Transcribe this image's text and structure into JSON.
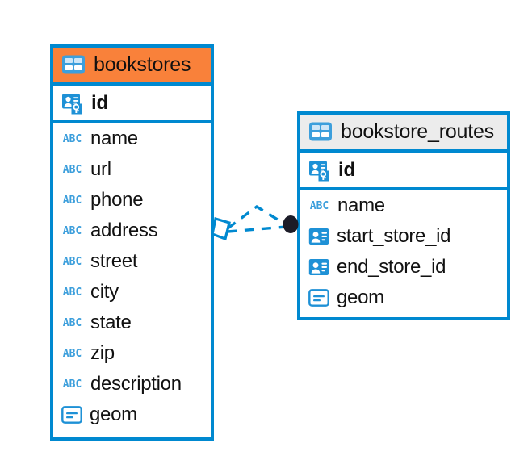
{
  "diagram": {
    "type": "entity-relationship-diagram",
    "background": "#ffffff",
    "accent_color": "#0089d0",
    "highlight_color": "#f9813a",
    "neutral_header_color": "#ececec",
    "text_color": "#111111",
    "icon_color": "#3d9fdc"
  },
  "entities": [
    {
      "name": "bookstores",
      "header_style": "orange",
      "title_icon": "table-icon",
      "fields": [
        {
          "name": "id",
          "icon": "primary-key-icon",
          "type": "pk"
        },
        {
          "name": "name",
          "icon": "abc-text-icon",
          "type": "text"
        },
        {
          "name": "url",
          "icon": "abc-text-icon",
          "type": "text"
        },
        {
          "name": "phone",
          "icon": "abc-text-icon",
          "type": "text"
        },
        {
          "name": "address",
          "icon": "abc-text-icon",
          "type": "text"
        },
        {
          "name": "street",
          "icon": "abc-text-icon",
          "type": "text"
        },
        {
          "name": "city",
          "icon": "abc-text-icon",
          "type": "text"
        },
        {
          "name": "state",
          "icon": "abc-text-icon",
          "type": "text"
        },
        {
          "name": "zip",
          "icon": "abc-text-icon",
          "type": "text"
        },
        {
          "name": "description",
          "icon": "abc-text-icon",
          "type": "text"
        },
        {
          "name": "geom",
          "icon": "geometry-icon",
          "type": "geometry"
        }
      ]
    },
    {
      "name": "bookstore_routes",
      "header_style": "gray",
      "title_icon": "table-icon",
      "fields": [
        {
          "name": "id",
          "icon": "primary-key-icon",
          "type": "pk"
        },
        {
          "name": "name",
          "icon": "abc-text-icon",
          "type": "text"
        },
        {
          "name": "start_store_id",
          "icon": "foreign-key-icon",
          "type": "fk"
        },
        {
          "name": "end_store_id",
          "icon": "foreign-key-icon",
          "type": "fk"
        },
        {
          "name": "geom",
          "icon": "geometry-icon",
          "type": "geometry"
        }
      ]
    }
  ],
  "relationship": {
    "from_entity": "bookstores",
    "to_entity": "bookstore_routes",
    "from_marker": "crows-foot-one-marker",
    "to_marker": "filled-circle-many-marker",
    "line_style": "dashed",
    "line_color": "#0089d0",
    "marker_dot_color": "#1c1c28"
  }
}
